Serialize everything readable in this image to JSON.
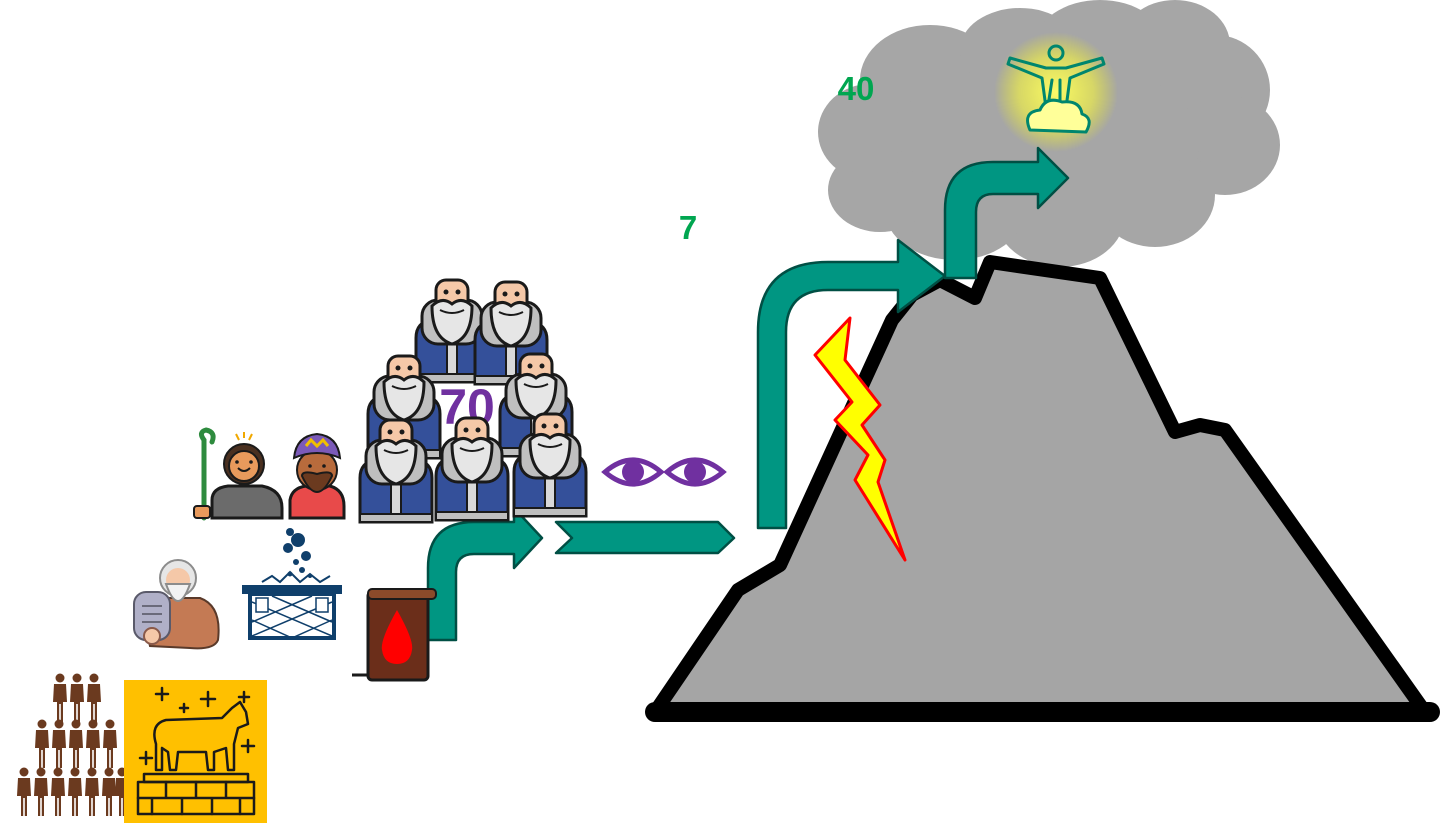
{
  "labels": {
    "forty": "40",
    "seven": "7",
    "seventy": "70"
  },
  "colors": {
    "mountain": "#a5a5a5",
    "mountain_outline": "#000000",
    "cloud": "#a6a6a6",
    "arrow": "#009682",
    "arrow_outline": "#004f44",
    "label_green": "#00a650",
    "label_purple": "#7030a0",
    "lightning": "#ffff00",
    "lightning_outline": "#ff0000",
    "glow": "#ffff00",
    "calf_bg": "#ffc000",
    "people": "#6b3a1f",
    "robe": "#34509a",
    "beard": "#bfbfbf",
    "scroll": "#6b2e1a",
    "blood": "#ff0000",
    "ark": "#0f3f6b"
  },
  "icons": {
    "mountain": "mountain-icon",
    "cloud": "cloud-icon",
    "divine_figure": "divine-figure-icon",
    "lightning": "lightning-icon",
    "eyes": "eye-icon",
    "elders": "elder-icon",
    "aaron": "priest-with-staff-icon",
    "king": "crowned-man-icon",
    "moses": "moses-tablets-icon",
    "altar": "altar-icon",
    "blood_scroll": "blood-book-icon",
    "people": "crowd-icon",
    "golden_calf": "golden-calf-icon"
  }
}
